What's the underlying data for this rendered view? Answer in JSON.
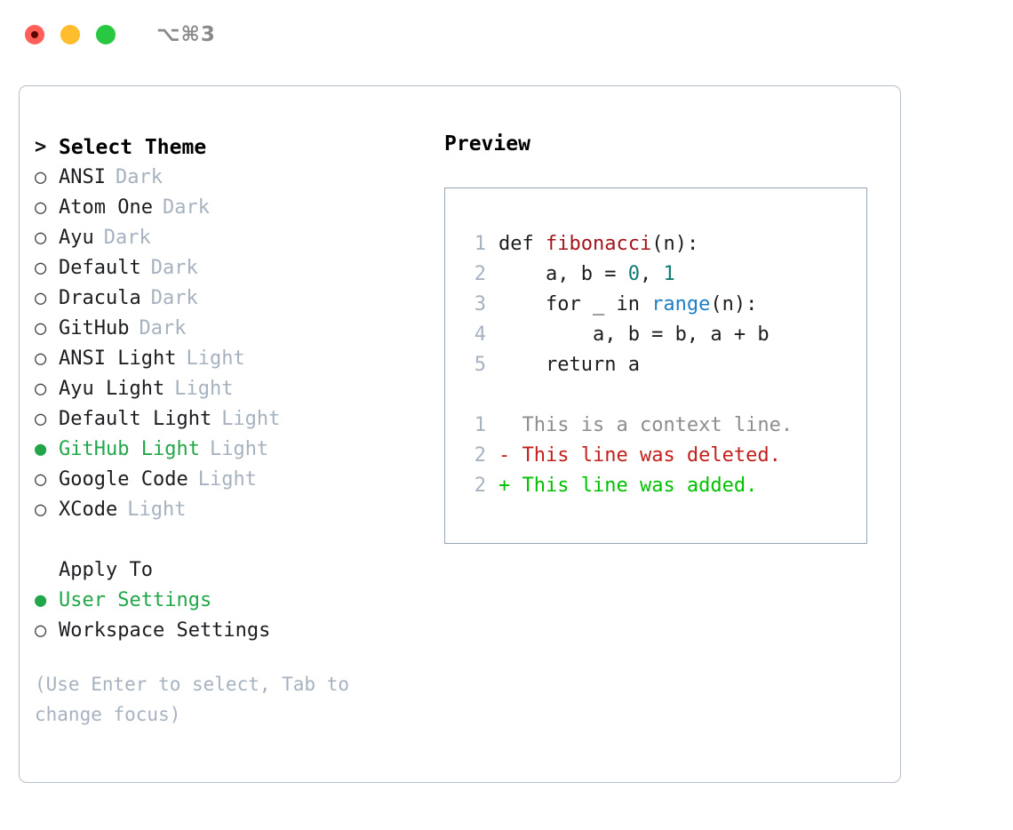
{
  "titlebar": {
    "shortcut": "⌥⌘3",
    "buttons": [
      {
        "name": "close",
        "color": "#ff5f57"
      },
      {
        "name": "minimize",
        "color": "#ffbd2e"
      },
      {
        "name": "maximize",
        "color": "#28c840"
      }
    ]
  },
  "theme_section": {
    "header": "Select Theme",
    "caret": ">",
    "marker_selected": "●",
    "marker_unselected": "○",
    "items": [
      {
        "name": "ANSI",
        "variant": "Dark",
        "selected": false
      },
      {
        "name": "Atom One",
        "variant": "Dark",
        "selected": false
      },
      {
        "name": "Ayu",
        "variant": "Dark",
        "selected": false
      },
      {
        "name": "Default",
        "variant": "Dark",
        "selected": false
      },
      {
        "name": "Dracula",
        "variant": "Dark",
        "selected": false
      },
      {
        "name": "GitHub",
        "variant": "Dark",
        "selected": false
      },
      {
        "name": "ANSI Light",
        "variant": "Light",
        "selected": false
      },
      {
        "name": "Ayu Light",
        "variant": "Light",
        "selected": false
      },
      {
        "name": "Default Light",
        "variant": "Light",
        "selected": false
      },
      {
        "name": "GitHub Light",
        "variant": "Light",
        "selected": true
      },
      {
        "name": "Google Code",
        "variant": "Light",
        "selected": false
      },
      {
        "name": "XCode",
        "variant": "Light",
        "selected": false
      }
    ]
  },
  "apply_section": {
    "header": "Apply To",
    "items": [
      {
        "name": "User Settings",
        "selected": true
      },
      {
        "name": "Workspace Settings",
        "selected": false
      }
    ]
  },
  "hint": "(Use Enter to select, Tab to change focus)",
  "preview": {
    "title": "Preview",
    "code_lines": [
      {
        "no": "1",
        "tokens": [
          {
            "text": "def ",
            "cls": "tok-def"
          },
          {
            "text": "fibonacci",
            "cls": "tok-func"
          },
          {
            "text": "(n):",
            "cls": "tok-plain"
          }
        ]
      },
      {
        "no": "2",
        "tokens": [
          {
            "text": "    a, b = ",
            "cls": "tok-plain"
          },
          {
            "text": "0",
            "cls": "tok-num"
          },
          {
            "text": ", ",
            "cls": "tok-plain"
          },
          {
            "text": "1",
            "cls": "tok-num"
          }
        ]
      },
      {
        "no": "3",
        "tokens": [
          {
            "text": "    for _ in ",
            "cls": "tok-plain"
          },
          {
            "text": "range",
            "cls": "tok-builtin"
          },
          {
            "text": "(n):",
            "cls": "tok-plain"
          }
        ]
      },
      {
        "no": "4",
        "tokens": [
          {
            "text": "        a, b = b, a + b",
            "cls": "tok-plain"
          }
        ]
      },
      {
        "no": "5",
        "tokens": [
          {
            "text": "    return a",
            "cls": "tok-plain"
          }
        ]
      }
    ],
    "diff_lines": [
      {
        "no": "1",
        "prefix": "  ",
        "text": "This is a context line.",
        "cls": "diff-context"
      },
      {
        "no": "2",
        "prefix": "- ",
        "text": "This line was deleted.",
        "cls": "diff-del"
      },
      {
        "no": "2",
        "prefix": "+ ",
        "text": "This line was added.",
        "cls": "diff-add"
      }
    ]
  },
  "colors": {
    "accent_green": "#22a64a",
    "muted": "#a7b2c0",
    "border": "#b8c0cc",
    "preview_border": "#97a5b5",
    "diff_add": "#00c000",
    "diff_del": "#c2201c"
  }
}
